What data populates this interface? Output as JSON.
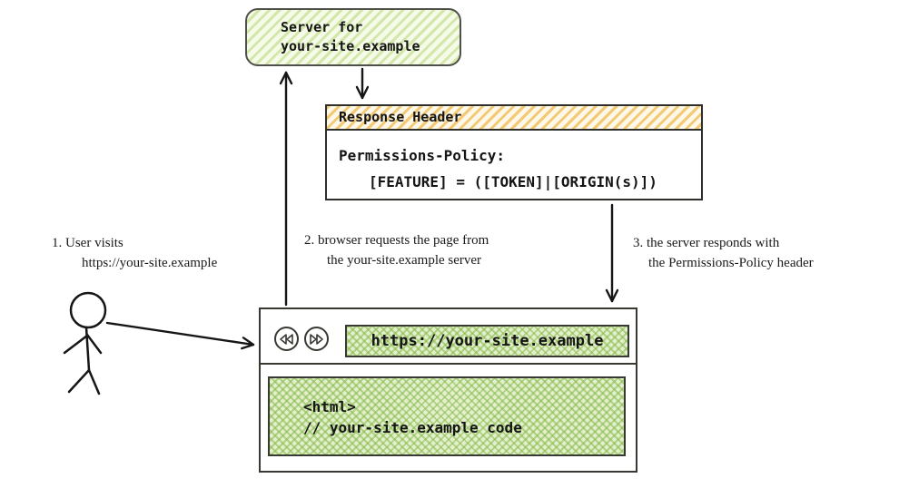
{
  "server": {
    "line1": "Server for",
    "line2": "your-site.example"
  },
  "response_header": {
    "title": "Response Header",
    "line1": "Permissions-Policy:",
    "line2": "[FEATURE] = ([TOKEN]|[ORIGIN(s)])"
  },
  "steps": {
    "step1": {
      "line1": "1. User visits",
      "line2": "https://your-site.example"
    },
    "step2": {
      "line1": "2. browser requests the page from",
      "line2": "the your-site.example server"
    },
    "step3": {
      "line1": "3. the server responds with",
      "line2": "the Permissions-Policy header"
    }
  },
  "browser": {
    "url": "https://your-site.example",
    "content_line1": "<html>",
    "content_line2": "// your-site.example code"
  },
  "icons": {
    "back": "rewind-icon",
    "forward": "fast-forward-icon"
  },
  "colors": {
    "green_hatch_stripe": "#d3e7aa",
    "green_crosshatch": "#b7d98c",
    "orange_hatch_stripe": "#f3c973",
    "ink": "#161616",
    "box_border": "#393934"
  }
}
